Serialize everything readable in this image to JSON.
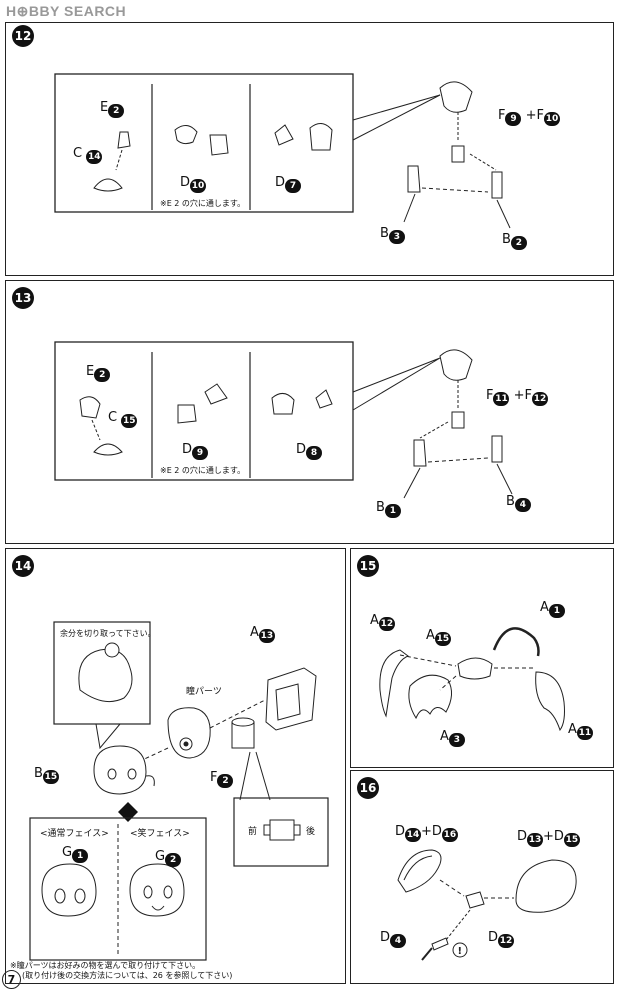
{
  "header": {
    "logo_text": "H⊕BBY SEARCH"
  },
  "page_number": "7",
  "steps": {
    "s12": {
      "badge": "12",
      "note": "※E 2 の穴に通します。",
      "parts": {
        "e": "E",
        "e_n": "2",
        "c": "C",
        "c_n": "14",
        "d1": "D",
        "d1_n": "10",
        "d2": "D",
        "d2_n": "7",
        "f1": "F",
        "f1_n": "9",
        "plus": "+",
        "f2": "F",
        "f2_n": "10",
        "b1": "B",
        "b1_n": "3",
        "b2": "B",
        "b2_n": "2"
      }
    },
    "s13": {
      "badge": "13",
      "note": "※E 2 の穴に通します。",
      "parts": {
        "e": "E",
        "e_n": "2",
        "c": "C",
        "c_n": "15",
        "d1": "D",
        "d1_n": "9",
        "d2": "D",
        "d2_n": "8",
        "f1": "F",
        "f1_n": "11",
        "plus": "+",
        "f2": "F",
        "f2_n": "12",
        "b1": "B",
        "b1_n": "1",
        "b2": "B",
        "b2_n": "4"
      }
    },
    "s14": {
      "badge": "14",
      "cut_note": "余分を切り取って下さい。",
      "pupil": "瞳パーツ",
      "a": "A",
      "a_n": "13",
      "f": "F",
      "f_n": "2",
      "b": "B",
      "b_n": "15",
      "front": "前",
      "back": "後",
      "face1_title": "<通常フェイス>",
      "face2_title": "<笑フェイス>",
      "g1": "G",
      "g1_n": "1",
      "g2": "G",
      "g2_n": "2",
      "footnote1": "※瞳パーツはお好みの物を選んで取り付けて下さい。",
      "footnote2": "(取り付け後の交換方法については、26 を参照して下さい)"
    },
    "s15": {
      "badge": "15",
      "a1": "A",
      "a1_n": "12",
      "a2": "A",
      "a2_n": "1",
      "a3": "A",
      "a3_n": "15",
      "a4": "A",
      "a4_n": "3",
      "a5": "A",
      "a5_n": "11"
    },
    "s16": {
      "badge": "16",
      "d1": "D",
      "d1_n": "14",
      "plus": "+",
      "d2": "D",
      "d2_n": "16",
      "d3": "D",
      "d3_n": "13",
      "d4": "D",
      "d4_n": "15",
      "d5": "D",
      "d5_n": "4",
      "d6": "D",
      "d6_n": "12"
    }
  }
}
